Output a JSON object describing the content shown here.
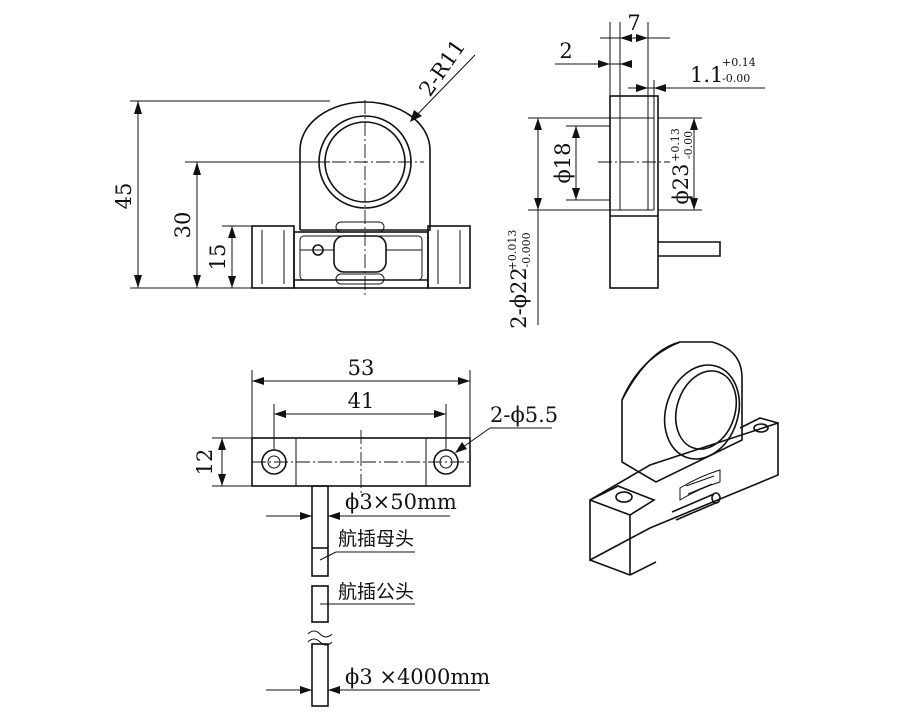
{
  "dimensions": {
    "height_total": "45",
    "height_center": "30",
    "height_base": "15",
    "radius": "2-R11",
    "width_side": "7",
    "width_lip": "2",
    "lip_tol_main": "1.1",
    "lip_tol_plus": "+0.14",
    "lip_tol_minus": "-0.00",
    "inner_dia": "ϕ18",
    "outer_dia_main": "ϕ23",
    "outer_dia_plus": "+0.13",
    "outer_dia_minus": "-0.00",
    "pin_dia_main": "2-ϕ22",
    "pin_dia_plus": "+0.013",
    "pin_dia_minus": "-0.000",
    "width_total": "53",
    "width_holes": "41",
    "hole_dia": "2-ϕ5.5",
    "base_depth": "12"
  },
  "cable": {
    "short": "ϕ3×50mm",
    "long": "ϕ3 ×4000mm",
    "connector_female": "航插母头",
    "connector_male": "航插公头"
  }
}
